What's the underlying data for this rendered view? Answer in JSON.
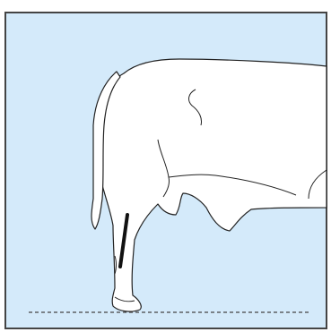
{
  "colors": {
    "background": "#d4eafa",
    "frame": "#444444",
    "body_fill": "#ffffff",
    "outline": "#222222",
    "marker": "#111111",
    "ground_line": "#444444"
  },
  "diagram": {
    "subject": "cow-hindquarter-side-view",
    "ground_line_style": "dashed",
    "leg_marker": "thick-black-stroke"
  }
}
